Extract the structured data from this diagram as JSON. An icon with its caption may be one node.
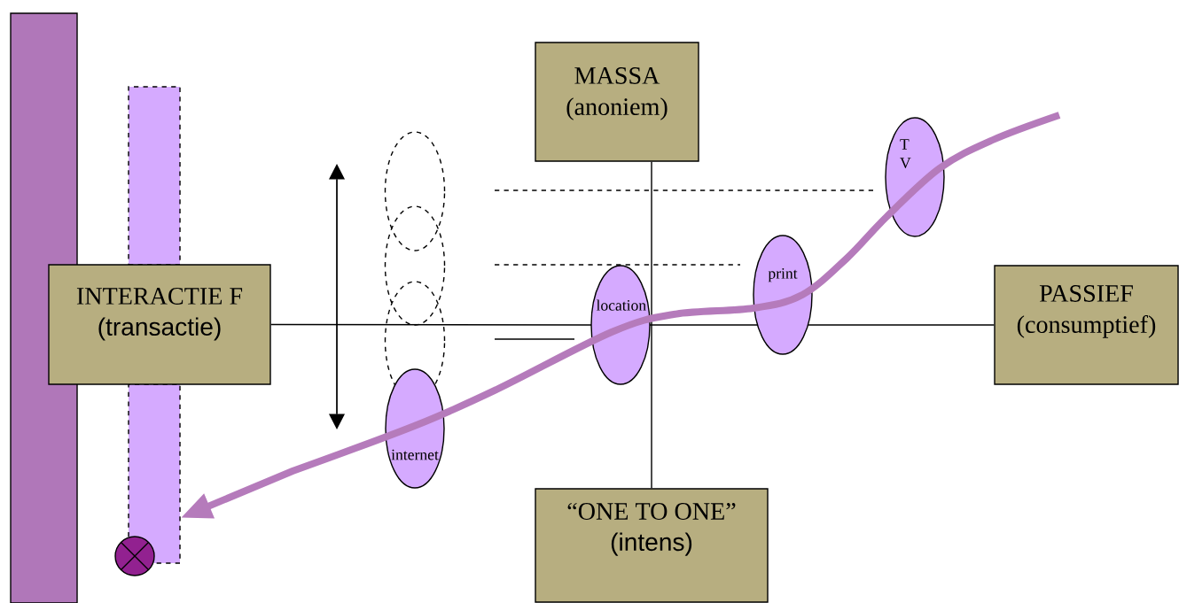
{
  "diagram": {
    "nodes": [
      {
        "text": [],
        "shape": "bar"
      },
      {
        "text": [],
        "shape": "bar"
      },
      {
        "text": [],
        "shape": "bar"
      },
      {
        "text": [
          "INTERACTIE F",
          "(transactie)"
        ]
      },
      {
        "text": [
          "MASSA",
          "(anoniem)"
        ]
      },
      {
        "text": [
          "PASSIEF",
          "(consumptief)"
        ]
      },
      {
        "text": [
          "“ONE TO ONE”",
          "(intens)"
        ]
      },
      {
        "text": [
          "internet"
        ]
      },
      {
        "text": [
          "location"
        ]
      },
      {
        "text": [
          "print"
        ]
      },
      {
        "text": [
          "T V"
        ]
      },
      {
        "text": [],
        "shape": "circle"
      }
    ],
    "edges": [
      {
        "from": 3,
        "to": 8,
        "arrow": "none"
      },
      {
        "from": 8,
        "to": 9,
        "arrow": "none"
      },
      {
        "from": 9,
        "to": 5,
        "arrow": "none"
      },
      {
        "from": 4,
        "to": 6,
        "arrow": "none"
      },
      {
        "from": null,
        "to": 2,
        "arrow": "to",
        "style": "thick",
        "color": "#b57bbb"
      }
    ]
  }
}
